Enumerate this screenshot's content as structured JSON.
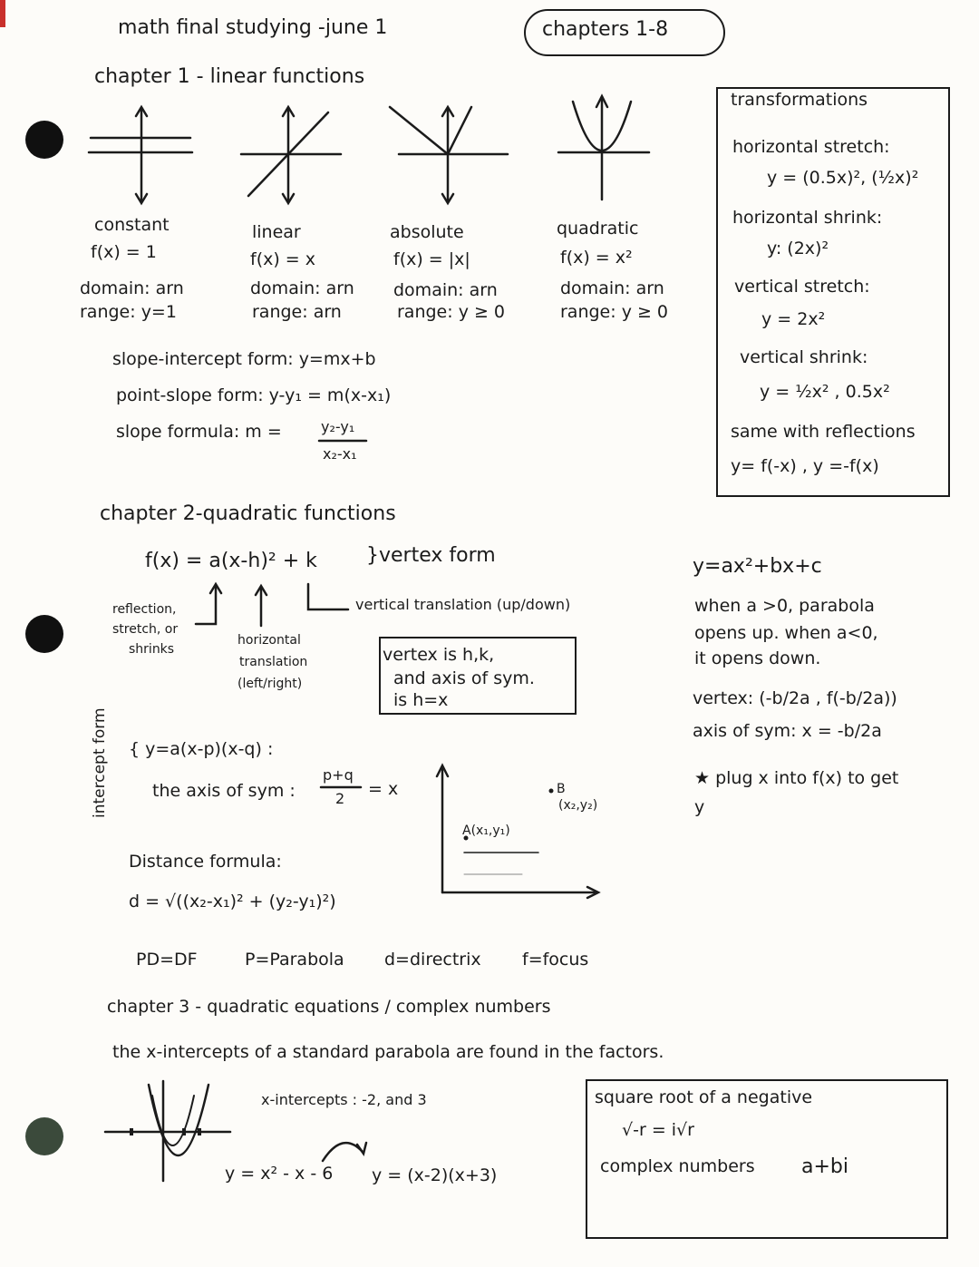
{
  "header": {
    "title": "math final studying -june 1",
    "chapters_tag": "chapters 1-8"
  },
  "chapter1": {
    "heading": "chapter 1 - linear functions",
    "functions": [
      {
        "name": "constant",
        "rule": "f(x) = 1",
        "domain": "domain: arn",
        "range": "range: y=1"
      },
      {
        "name": "linear",
        "rule": "f(x) = x",
        "domain": "domain: arn",
        "range": "range: arn"
      },
      {
        "name": "absolute",
        "rule": "f(x) = |x|",
        "domain": "domain: arn",
        "range": "range: y ≥ 0"
      },
      {
        "name": "quadratic",
        "rule": "f(x) = x²",
        "domain": "domain: arn",
        "range": "range: y ≥ 0"
      }
    ],
    "slope_intercept": "slope-intercept form: y=mx+b",
    "point_slope": "point-slope form: y-y₁ = m(x-x₁)",
    "slope_formula_label": "slope formula: m =",
    "slope_numerator": "y₂-y₁",
    "slope_denominator": "x₂-x₁"
  },
  "transformations": {
    "title": "transformations",
    "h_stretch_label": "horizontal stretch:",
    "h_stretch_eq": "y = (0.5x)², (½x)²",
    "h_shrink_label": "horizontal shrink:",
    "h_shrink_eq": "y: (2x)²",
    "v_stretch_label": "vertical stretch:",
    "v_stretch_eq": "y = 2x²",
    "v_shrink_label": "vertical shrink:",
    "v_shrink_eq": "y = ½x² , 0.5x²",
    "reflections_label": "same with reflections",
    "reflections_eq": "y= f(-x) , y =-f(x)"
  },
  "chapter2": {
    "heading": "chapter 2-quadratic functions",
    "vertex_eq": "f(x) = a(x-h)² + k",
    "vertex_form_label": "}vertex form",
    "vertical_translation": "vertical translation (up/down)",
    "reflection_note": [
      "reflection,",
      "stretch, or",
      "shrinks"
    ],
    "horizontal_note": [
      "horizontal",
      "translation",
      "(left/right)"
    ],
    "vertex_box": [
      "vertex is h,k,",
      "and axis of sym.",
      "is h=x"
    ],
    "standard_eq": "y=ax²+bx+c",
    "a_note": [
      "when a >0, parabola",
      "opens up. when a<0,",
      "it opens down."
    ],
    "vertex_formula": "vertex: (-b/2a , f(-b/2a))",
    "axis_formula": "axis of sym: x = -b/2a",
    "plug_note": [
      "★ plug x into f(x) to get",
      "y"
    ],
    "intercept_form_label": "intercept form",
    "intercept_eq": "{ y=a(x-p)(x-q) :",
    "intercept_axis_label": "the axis of sym :",
    "intercept_axis_num": "p+q",
    "intercept_axis_den": "2",
    "intercept_axis_eq": "= x",
    "distance_label": "Distance formula:",
    "distance_eq": "d = √((x₂-x₁)² + (y₂-y₁)²)",
    "point_a": "A(x₁,y₁)",
    "point_b": "B",
    "point_b_coords": "(x₂,y₂)",
    "parabola_defs": [
      "PD=DF",
      "P=Parabola",
      "d=directrix",
      "f=focus"
    ]
  },
  "chapter3": {
    "heading": "chapter 3 - quadratic equations / complex numbers",
    "note": "the x-intercepts of a standard parabola are found in the factors.",
    "intercepts": "x-intercepts : -2, and 3",
    "std_eq": "y = x² - x - 6",
    "factored_eq": "y = (x-2)(x+3)",
    "box_title": "square root of a negative",
    "box_rule": "√-r = i√r",
    "complex_label": "complex numbers",
    "complex_form": "a+bi"
  }
}
